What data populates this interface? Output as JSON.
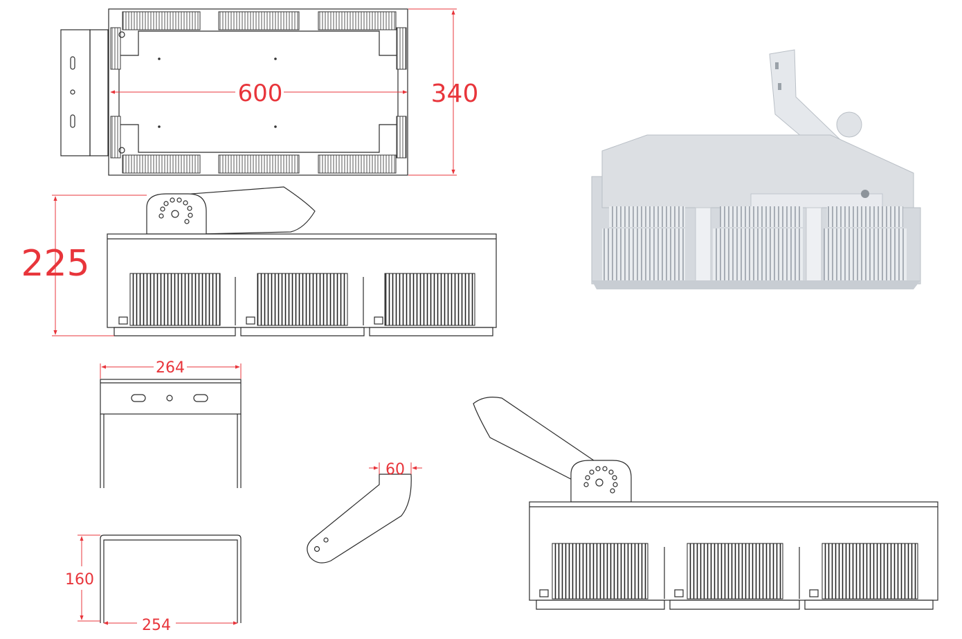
{
  "dimensions": {
    "top_view_length": "600",
    "top_view_width": "340",
    "side_view_height": "225",
    "bracket_top_width": "264",
    "bracket_height": "160",
    "bracket_bottom_width": "254",
    "arm_width": "60"
  },
  "colors": {
    "dimension": "#e8353b",
    "line": "#2b2b2b",
    "photo_body": "#dcdfe3"
  }
}
